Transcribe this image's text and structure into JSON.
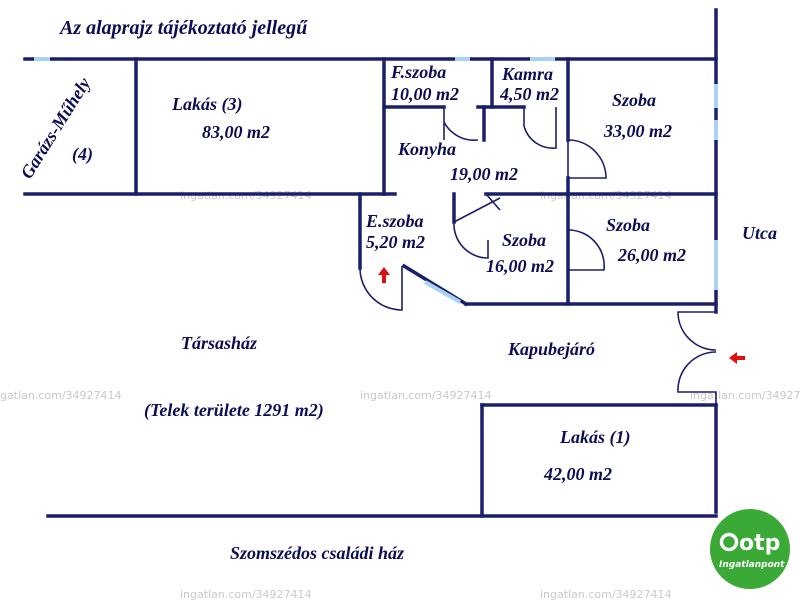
{
  "title": "Az alaprajz tájékoztató jellegű",
  "rooms": {
    "garazs": {
      "name": "Garázs-Műhely",
      "num": "(4)"
    },
    "lakas3": {
      "name": "Lakás (3)",
      "area": "83,00 m2"
    },
    "fszoba": {
      "name": "F.szoba",
      "area": "10,00 m2"
    },
    "kamra": {
      "name": "Kamra",
      "area": "4,50 m2"
    },
    "szoba_ne": {
      "name": "Szoba",
      "area": "33,00 m2"
    },
    "konyha": {
      "name": "Konyha",
      "area": "19,00 m2"
    },
    "eszoba": {
      "name": "E.szoba",
      "area": "5,20 m2"
    },
    "szoba_mid": {
      "name": "Szoba",
      "area": "16,00 m2"
    },
    "szoba_e": {
      "name": "Szoba",
      "area": "26,00 m2"
    },
    "lakas1": {
      "name": "Lakás (1)",
      "area": "42,00 m2"
    }
  },
  "labels": {
    "utca": "Utca",
    "tarsashaz": "Társasház",
    "kapubejaro": "Kapubejáró",
    "telek": "(Telek területe 1291 m2)",
    "szomszedos": "Szomszédos családi ház"
  },
  "watermark": "ingatlan.com/34927414",
  "logo": {
    "main": "otp",
    "sub": "Ingatlanpont"
  },
  "colors": {
    "wall": "#1a1f6b",
    "text": "#0c0c55",
    "window": "#a9d3f0",
    "arrow": "#e01010",
    "logo": "#3aa935"
  }
}
